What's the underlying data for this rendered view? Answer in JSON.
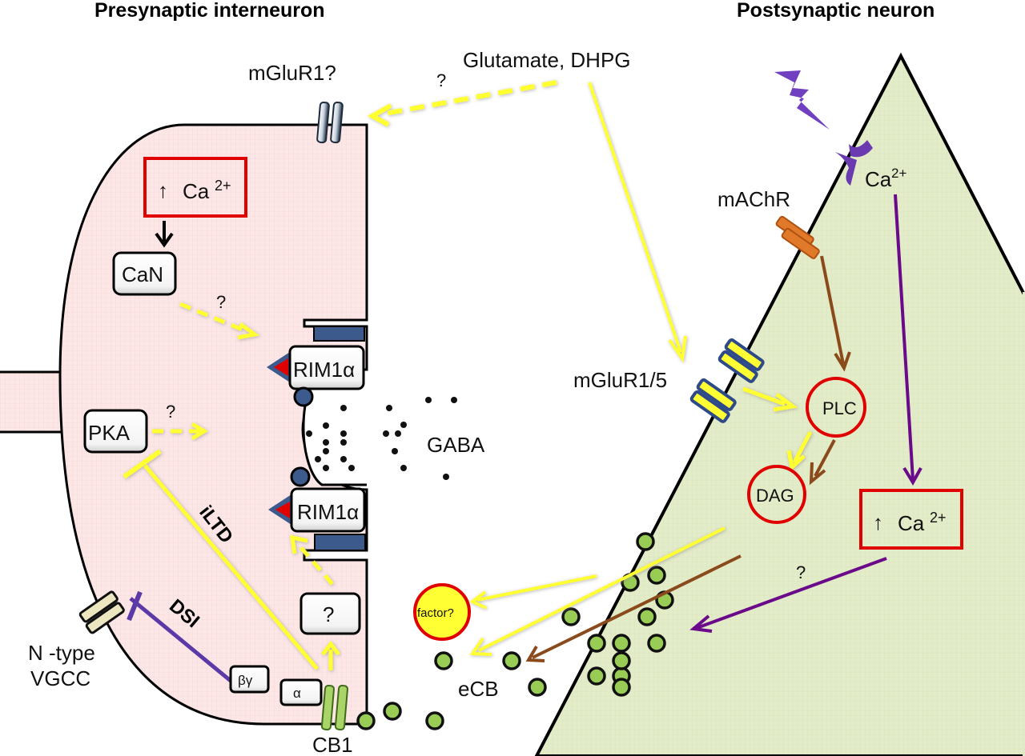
{
  "titles": {
    "presynaptic": "Presynaptic interneuron",
    "postsynaptic": "Postsynaptic neuron"
  },
  "colors": {
    "presynaptic_fill": "#fce4e4",
    "postsynaptic_fill": "#e2ebc6",
    "yellow_arrow": "#ffff33",
    "brown_arrow": "#8b4a1c",
    "purple_arrow": "#6a0a8a",
    "dsi_purple": "#5b3aa8",
    "red_outline": "#e00000",
    "ecb_green": "#99cc55",
    "rim_blue": "#3c5a8c"
  },
  "labels": {
    "mglur1_pre": "mGluR1?",
    "glutamate": "Glutamate, DHPG",
    "q_glutamate": "?",
    "ca_pre": "Ca",
    "ca_pre_sup": "2+",
    "can": "CaN",
    "q_can": "?",
    "rim_top": "RIM1α",
    "rim_bottom": "RIM1α",
    "gaba": "GABA",
    "pka": "PKA",
    "q_pka": "?",
    "iltd": "iLTD",
    "dsi": "DSI",
    "unknown_box": "?",
    "beta_gamma": "βγ",
    "alpha": "α",
    "n_type": "N -type",
    "vgcc": "VGCC",
    "cb1": "CB1",
    "ecb": "eCB",
    "factor": "factor?",
    "mglur15": "mGluR1/5",
    "machr": "mAChR",
    "ca_post_in": "Ca",
    "ca_post_in_sup": "2+",
    "plc": "PLC",
    "dag": "DAG",
    "ca_post": "Ca",
    "ca_post_sup": "2+",
    "q_ca_post": "?",
    "up_arrow": "↑"
  }
}
